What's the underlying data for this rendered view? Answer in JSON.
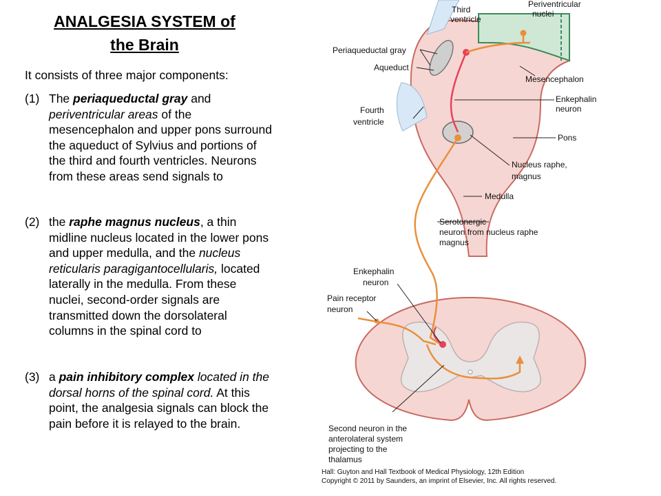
{
  "slide": {
    "title_line1": "ANALGESIA SYSTEM of",
    "title_line2": "the Brain",
    "intro": "It consists of three major components:",
    "items": [
      {
        "num": "(1)",
        "parts": [
          {
            "text": "The ",
            "style": "normal"
          },
          {
            "text": "periaqueductal gray",
            "style": "bold-italic"
          },
          {
            "text": " and ",
            "style": "normal"
          },
          {
            "text": "periventricular areas",
            "style": "italic"
          },
          {
            "text": " of the mesencephalon and upper pons surround the aqueduct of Sylvius and portions of the third and fourth ventricles. Neurons from these areas send signals to",
            "style": "normal"
          }
        ]
      },
      {
        "num": "(2)",
        "parts": [
          {
            "text": "the ",
            "style": "normal"
          },
          {
            "text": "raphe magnus nucleus",
            "style": "bold-italic"
          },
          {
            "text": ", a thin midline nucleus located in the lower pons and upper medulla, and the ",
            "style": "normal"
          },
          {
            "text": "nucleus reticularis paragigantocellularis,",
            "style": "italic"
          },
          {
            "text": " located laterally in the medulla. From these nuclei, second-order signals are transmitted down the dorsolateral columns in the spinal cord to",
            "style": "normal"
          }
        ]
      },
      {
        "num": "(3)",
        "parts": [
          {
            "text": "a ",
            "style": "normal"
          },
          {
            "text": "pain inhibitory complex",
            "style": "bold-italic"
          },
          {
            "text": " located in the dorsal horns of the spinal cord.",
            "style": "italic"
          },
          {
            "text": " At this point, the analgesia signals can block the pain before it is relayed to the brain.",
            "style": "normal"
          }
        ]
      }
    ]
  },
  "diagram": {
    "labels": {
      "third_ventricle_1": "Third",
      "third_ventricle_2": "ventricle",
      "periventricular_1": "Periventricular",
      "periventricular_2": "nuclei",
      "periaqueductal_gray": "Periaqueductal gray",
      "aqueduct": "Aqueduct",
      "mesencephalon": "Mesencephalon",
      "enkephalin_1": "Enkephalin",
      "enkephalin_2": "neuron",
      "fourth_ventricle_1": "Fourth",
      "fourth_ventricle_2": "ventricle",
      "pons": "Pons",
      "raphe_1": "Nucleus raphe,",
      "raphe_2": "magnus",
      "medulla": "Medulla",
      "serotonergic_1": "Serotonergic",
      "serotonergic_2": "neuron from nucleus raphe",
      "serotonergic_3": "magnus",
      "cord_enkephalin_1": "Enkephalin",
      "cord_enkephalin_2": "neuron",
      "pain_receptor_1": "Pain receptor",
      "pain_receptor_2": "neuron",
      "second_neuron_1": "Second neuron in the",
      "second_neuron_2": "anterolateral system",
      "second_neuron_3": "projecting to the",
      "second_neuron_4": "thalamus"
    },
    "caption_1": "Hall: Guyton and Hall Textbook of Medical Physiology, 12th Edition",
    "caption_2": "Copyright © 2011 by Saunders, an imprint of Elsevier, Inc. All rights reserved.",
    "colors": {
      "tissue": "#f6d6d2",
      "outline": "#c96a62",
      "gray_matter": "#eae6e6",
      "ventricle": "#d8e8f6",
      "periventricular": "#cfe8d6",
      "red_neuron": "#e8415a",
      "orange_neuron": "#e8903c"
    }
  }
}
